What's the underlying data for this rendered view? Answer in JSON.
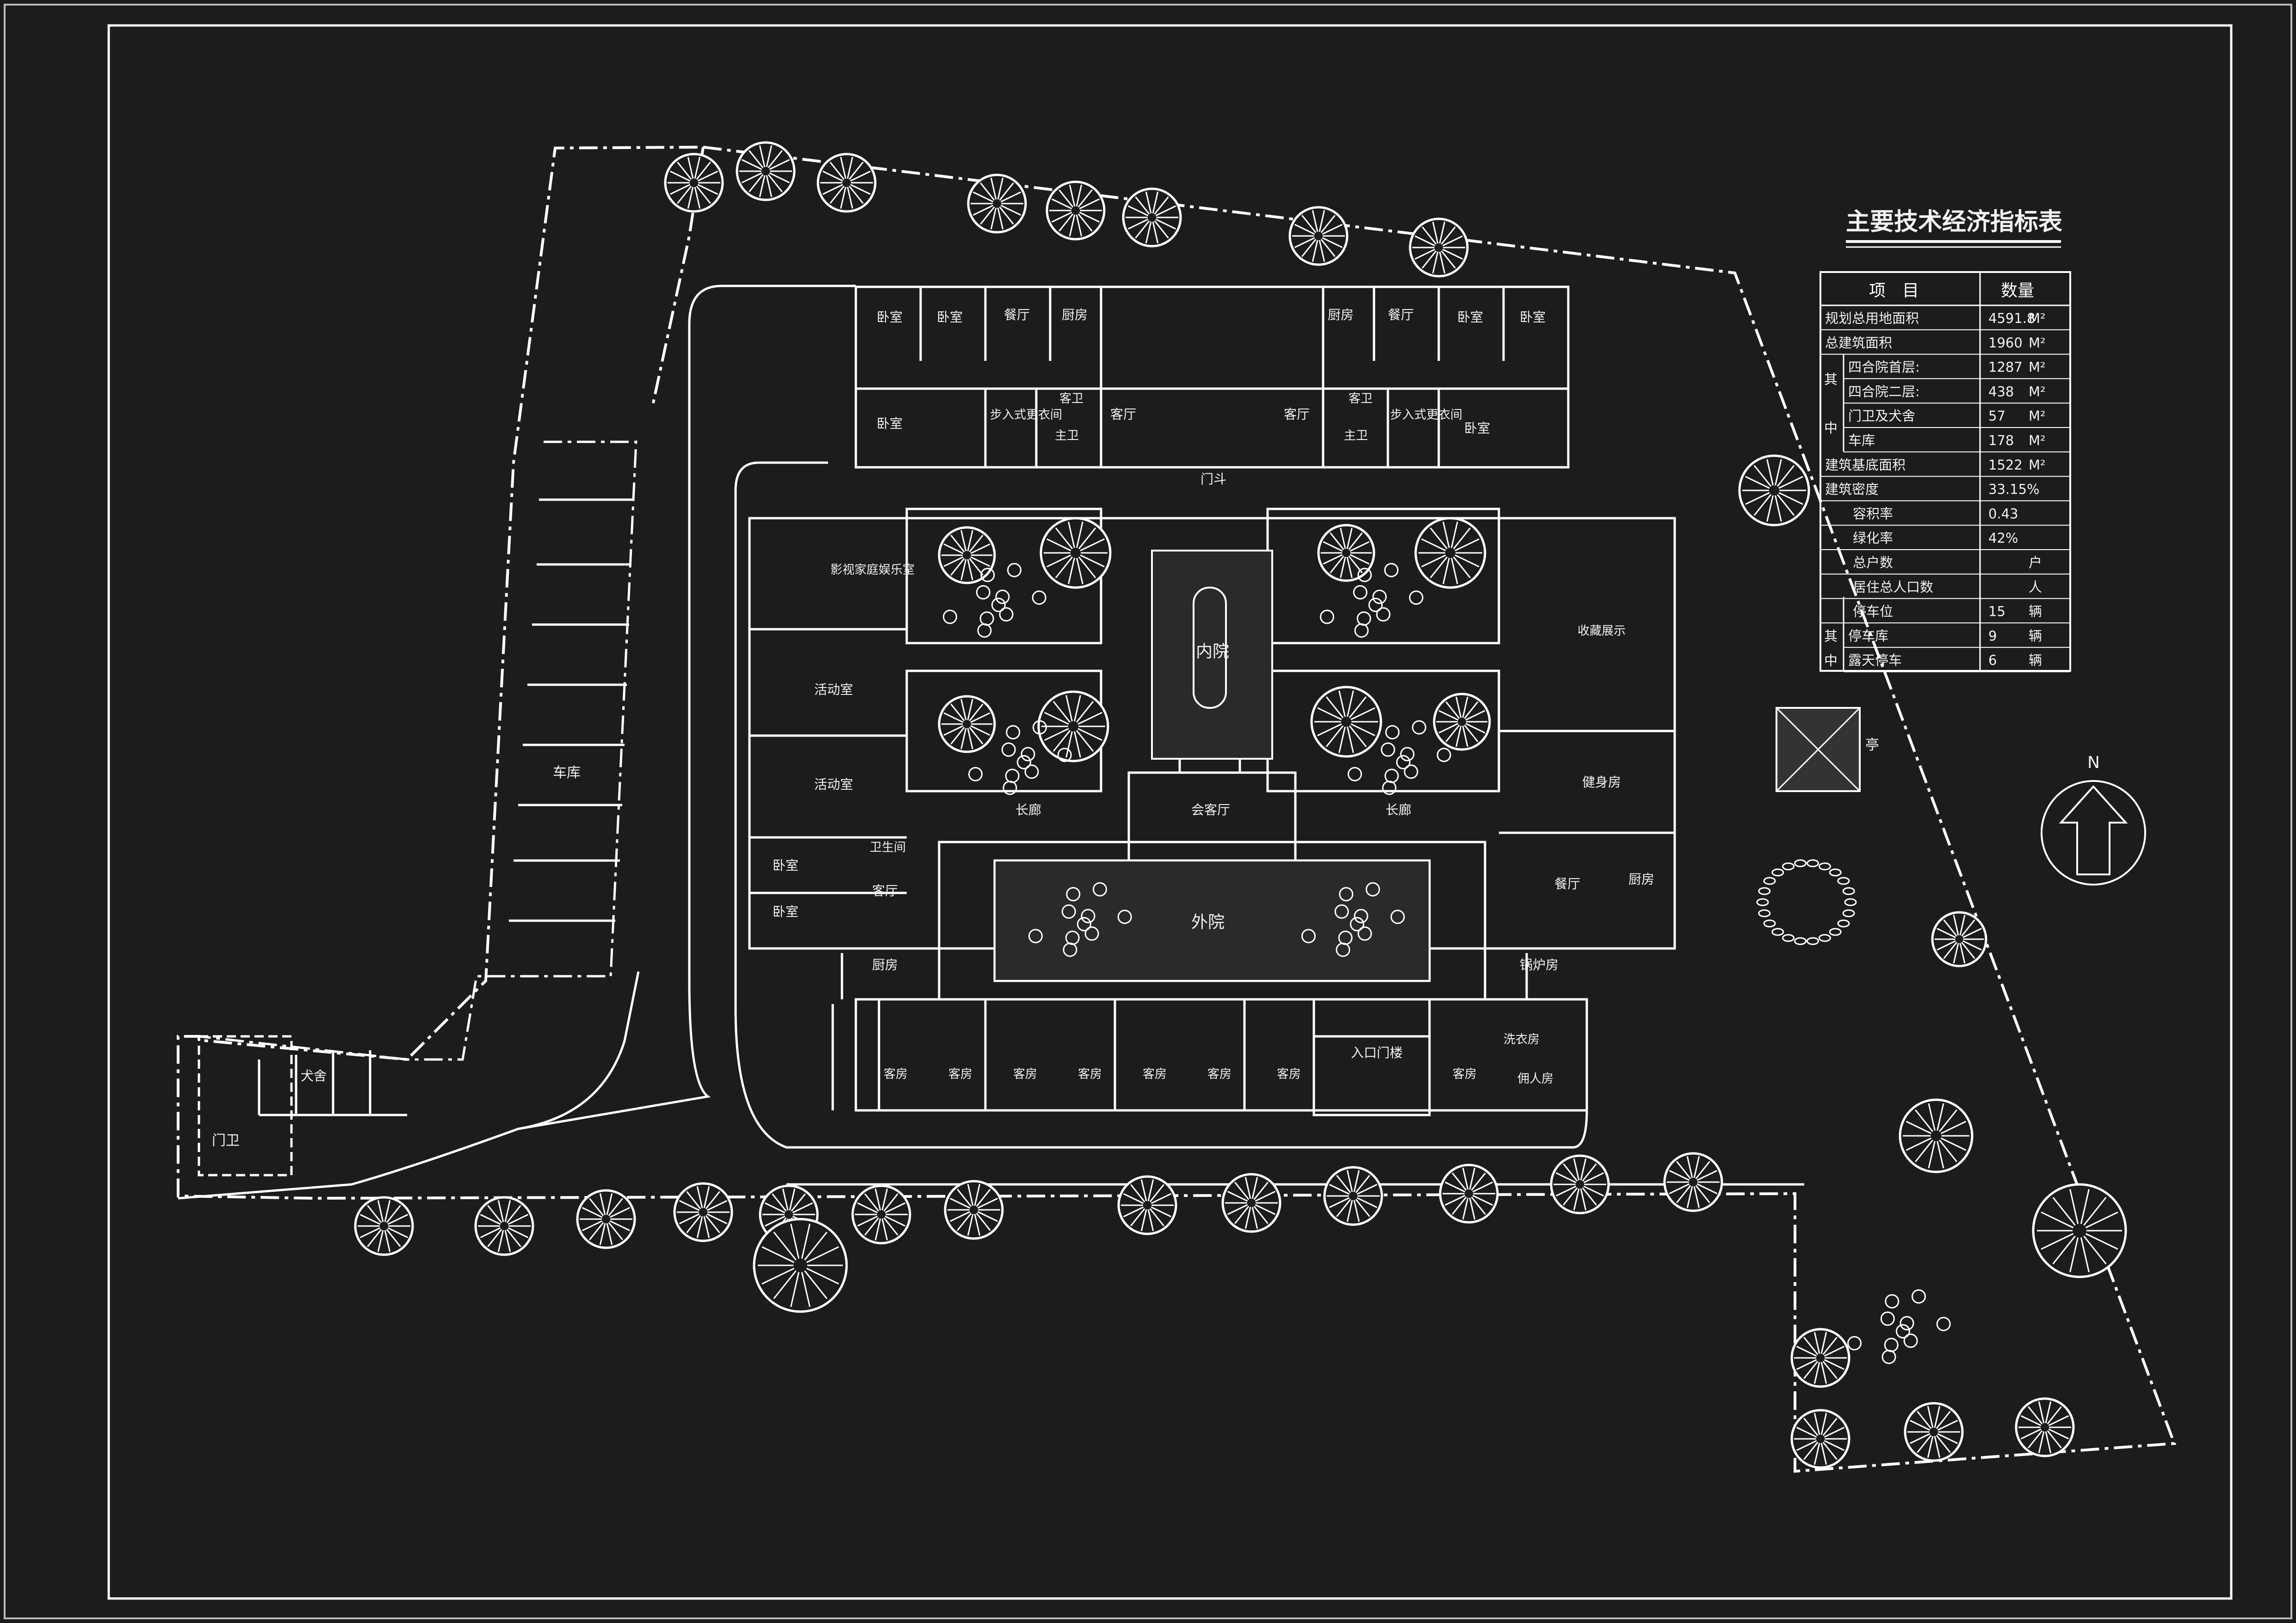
{
  "table": {
    "title": "主要技术经济指标表",
    "header": {
      "item": "项　目",
      "qty": "数量"
    },
    "group_label": "其中",
    "rows": [
      {
        "label": "规划总用地面积",
        "value": "4591.8",
        "unit": "M²"
      },
      {
        "label": "总建筑面积",
        "value": "1960",
        "unit": "M²"
      },
      {
        "label": "四合院首层:",
        "value": "1287",
        "unit": "M²"
      },
      {
        "label": "四合院二层:",
        "value": "438",
        "unit": "M²"
      },
      {
        "label": "门卫及犬舍",
        "value": "57",
        "unit": "M²"
      },
      {
        "label": "车库",
        "value": "178",
        "unit": "M²"
      },
      {
        "label": "建筑基底面积",
        "value": "1522",
        "unit": "M²"
      },
      {
        "label": "建筑密度",
        "value": "33.15%",
        "unit": ""
      },
      {
        "label": "容积率",
        "value": "0.43",
        "unit": ""
      },
      {
        "label": "绿化率",
        "value": "42%",
        "unit": ""
      },
      {
        "label": "总户数",
        "value": "",
        "unit": "户"
      },
      {
        "label": "居住总人口数",
        "value": "",
        "unit": "人"
      },
      {
        "label": "停车位",
        "value": "15",
        "unit": "辆"
      },
      {
        "label": "停车库",
        "value": "9",
        "unit": "辆"
      },
      {
        "label": "露天停车",
        "value": "6",
        "unit": "辆"
      }
    ]
  },
  "compass": {
    "north": "N"
  },
  "rooms": {
    "bedroom": "卧室",
    "dining": "餐厅",
    "kitchen": "厨房",
    "living": "客厅",
    "bath": "客卫",
    "master_bath": "主卫",
    "walk_in_closet": "步入式更衣间",
    "gate_bucket": "门斗",
    "home_theater": "影视家庭娱乐室",
    "activity": "活动室",
    "inner_court": "内院",
    "outer_court": "外院",
    "collection": "收藏展示",
    "gym": "健身房",
    "corridor": "长廊",
    "reception": "会客厅",
    "toilet": "卫生间",
    "boiler": "锅炉房",
    "guest_room": "客房",
    "entrance": "入口门楼",
    "laundry": "洗衣房",
    "servant": "佣人房",
    "garage": "车库",
    "kennel": "犬舍",
    "guard": "门卫",
    "pavilion": "亭"
  },
  "colors": {
    "background": "#1c1c1c",
    "lines": "#ffffff"
  }
}
